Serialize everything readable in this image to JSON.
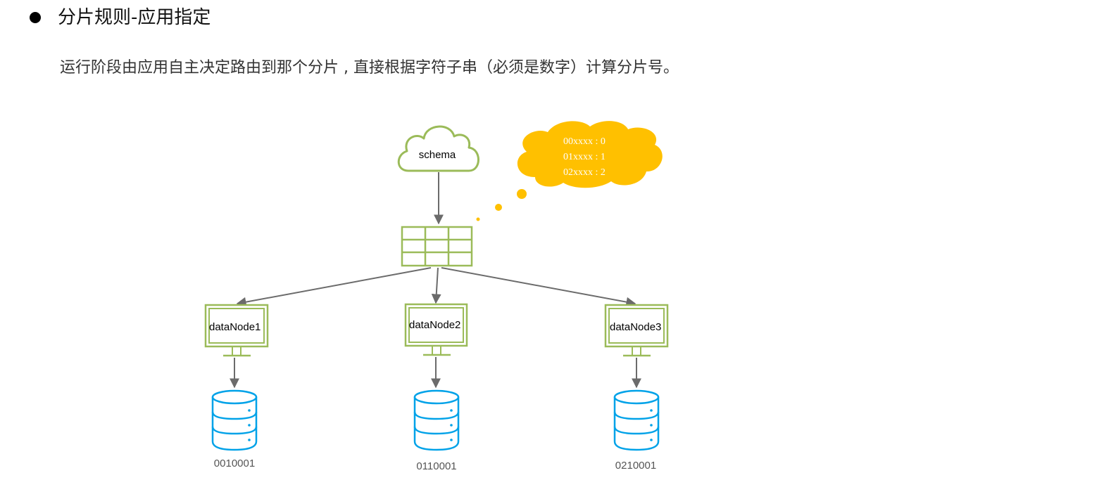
{
  "heading": "分片规则-应用指定",
  "description": "运行阶段由应用自主决定路由到那个分片 , 直接根据字符子串（必须是数字）计算分片号。",
  "diagram": {
    "schema_label": "schema",
    "rules": [
      "00xxxx : 0",
      "01xxxx : 1",
      "02xxxx : 2"
    ],
    "data_nodes": [
      "dataNode1",
      "dataNode2",
      "dataNode3"
    ],
    "databases": [
      "0010001",
      "0110001",
      "0210001"
    ]
  },
  "colors": {
    "green": "#9bbb59",
    "gold": "#ffc000",
    "blue": "#00a2e8",
    "arrow": "#6b6b6b"
  }
}
